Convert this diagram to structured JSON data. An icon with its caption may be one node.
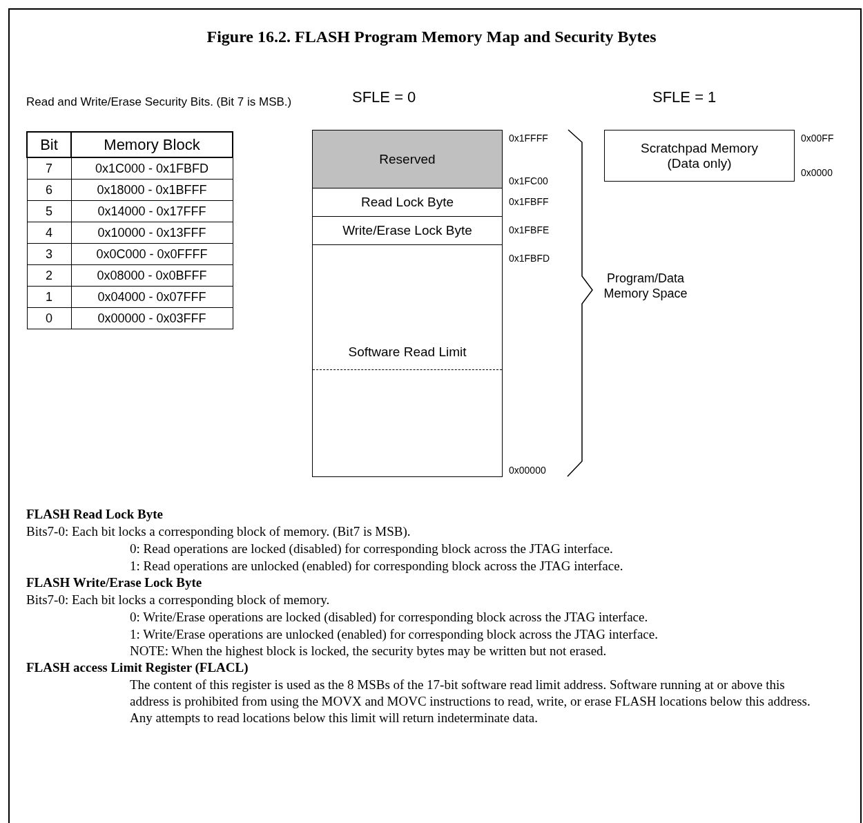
{
  "diagram": {
    "title": "Figure 16.2. FLASH Program Memory Map and Security Bytes",
    "nodes": [
      {
        "text": [
          "Reserved"
        ],
        "beside": [
          "0x1FFFF",
          "0x1FC00"
        ]
      },
      {
        "text": [
          "Read Lock Byte"
        ],
        "beside": [
          "0x1FBFF"
        ]
      },
      {
        "text": [
          "Write/Erase Lock Byte"
        ],
        "beside": [
          "0x1FBFE"
        ]
      },
      {
        "text": [
          "Software Read Limit"
        ],
        "beside": [
          "0x1FBFD",
          "0x00000"
        ]
      },
      {
        "text": [
          "Scratchpad Memory (Data only)"
        ],
        "beside": [
          "0x00FF",
          "0x0000"
        ]
      }
    ],
    "edges": [],
    "labels": [
      "Read and Write/Erase Security Bits. (Bit 7 is MSB.)",
      "SFLE = 0",
      "SFLE = 1",
      "Bit",
      "Memory Block",
      "7",
      "0x1C000 - 0x1FBFD",
      "6",
      "0x18000 - 0x1BFFF",
      "5",
      "0x14000 - 0x17FFF",
      "4",
      "0x10000 - 0x13FFF",
      "3",
      "0x0C000 - 0x0FFFF",
      "2",
      "0x08000 - 0x0BFFF",
      "1",
      "0x04000 - 0x07FFF",
      "0",
      "0x00000 - 0x03FFF",
      "Program/Data Memory Space",
      "FLASH Read Lock Byte",
      "Bits7-0: Each bit locks a corresponding block of memory. (Bit7 is MSB).",
      "0: Read operations are locked (disabled) for corresponding block across the JTAG interface.",
      "1: Read operations are unlocked (enabled) for corresponding block across the JTAG interface.",
      "FLASH Write/Erase Lock Byte",
      "Bits7-0: Each bit locks a corresponding block of memory.",
      "0: Write/Erase operations are locked (disabled) for corresponding block across the JTAG interface.",
      "1: Write/Erase operations are unlocked (enabled) for corresponding block across the JTAG interface.",
      "NOTE: When the highest block is locked, the security bytes may be written but not erased.",
      "FLASH access Limit Register (FLACL)",
      "The content of this register is used as the 8 MSBs of the 17-bit software read limit address. Software running at or above this address is prohibited from using the MOVX and MOVC instructions to read, write, or erase FLASH locations below this address. Any attempts to read locations below this limit will return indeterminate data."
    ]
  }
}
